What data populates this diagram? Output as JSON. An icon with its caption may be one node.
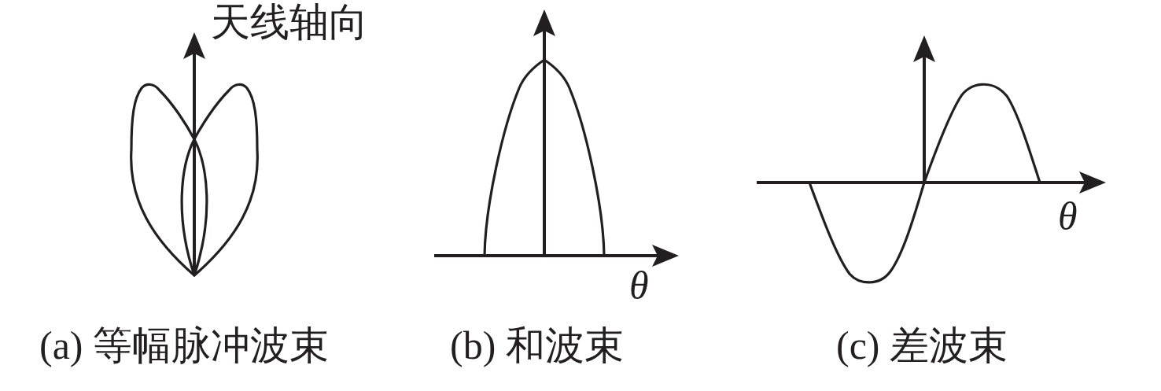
{
  "diagram": {
    "labels": [
      "天线轴向",
      "θ",
      "θ",
      "(a) 等幅脉冲波束",
      "(b) 和波束",
      "(c) 差波束"
    ]
  }
}
